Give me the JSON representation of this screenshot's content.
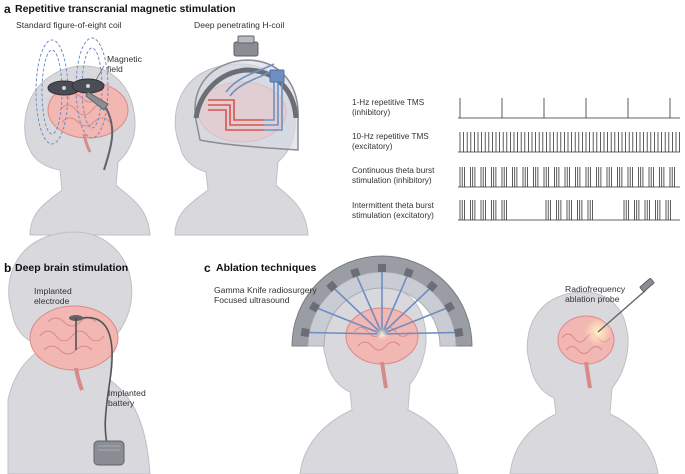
{
  "colors": {
    "skin": "#d9d9dd",
    "skin_shadow": "#bfc0c6",
    "brain": "#f2b6b3",
    "brain_line": "#d98a88",
    "coil_blue": "#6f8fc4",
    "coil_red": "#d9534f",
    "device_gray": "#8a8d93",
    "pulse": "#333333"
  },
  "panels": {
    "a": {
      "letter": "a",
      "title": "Repetitive transcranial magnetic stimulation",
      "coil1_label": "Standard figure-of-eight coil",
      "coil2_label": "Deep penetrating H-coil",
      "field_label": "Magnetic\nfield",
      "patterns": [
        {
          "label": "1-Hz repetitive TMS\n(inhibitory)",
          "type": "single-sparse"
        },
        {
          "label": "10-Hz repetitive TMS\n(excitatory)",
          "type": "dense"
        },
        {
          "label": "Continuous theta burst\nstimulation (inhibitory)",
          "type": "theta-continuous"
        },
        {
          "label": "Intermittent theta burst\nstimulation (excitatory)",
          "type": "theta-intermittent"
        }
      ]
    },
    "b": {
      "letter": "b",
      "title": "Deep brain stimulation",
      "electrode_label": "Implanted\nelectrode",
      "battery_label": "Implanted\nbattery"
    },
    "c": {
      "letter": "c",
      "title": "Ablation techniques",
      "gamma_label": "Gamma Knife radiosurgery\nFocused ultrasound",
      "rf_label": "Radiofrequency\nablation probe"
    }
  }
}
